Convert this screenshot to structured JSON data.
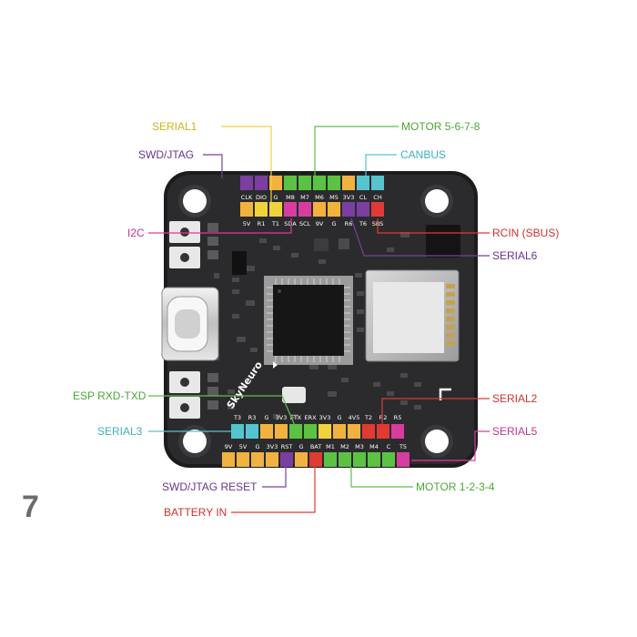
{
  "figure_number": "7",
  "brand_text": "SkyNeuro",
  "colors": {
    "yellow": "#f0d33a",
    "green": "#5cc244",
    "teal": "#55c4cf",
    "purple": "#7a3fa0",
    "magenta": "#d63d9f",
    "red": "#e03a34",
    "orange": "#f2b240",
    "pcb": "#2b2b2d",
    "pcb_edge": "#1c1c1e"
  },
  "top_row_1": [
    "CLK",
    "DIO",
    "G",
    "M8",
    "M7",
    "M6",
    "M5",
    "3V3",
    "CL",
    "CH"
  ],
  "top_row_2": [
    "5V",
    "R1",
    "T1",
    "SDA",
    "SCL",
    "9V",
    "G",
    "R6",
    "T6",
    "SBS"
  ],
  "bottom_row_1": [
    "T3",
    "R3",
    "G",
    "3V3",
    "ETX",
    "ERX",
    "3V3",
    "G",
    "4V5",
    "T2",
    "R2",
    "R5"
  ],
  "bottom_row_2": [
    "9V",
    "5V",
    "G",
    "3V3",
    "RST",
    "G",
    "BAT",
    "M1",
    "M2",
    "M3",
    "M4",
    "C",
    "T5"
  ],
  "callouts": {
    "serial1": "SERIAL1",
    "motor5678": "MOTOR 5-6-7-8",
    "swd_jtag": "SWD/JTAG",
    "canbus": "CANBUS",
    "i2c": "I2C",
    "rcin": "RCIN (SBUS)",
    "serial6": "SERIAL6",
    "esp": "ESP RXD-TXD",
    "serial2": "SERIAL2",
    "serial3": "SERIAL3",
    "serial5": "SERIAL5",
    "swd_reset": "SWD/JTAG RESET",
    "motor1234": "MOTOR 1-2-3-4",
    "battery": "BATTERY IN"
  }
}
